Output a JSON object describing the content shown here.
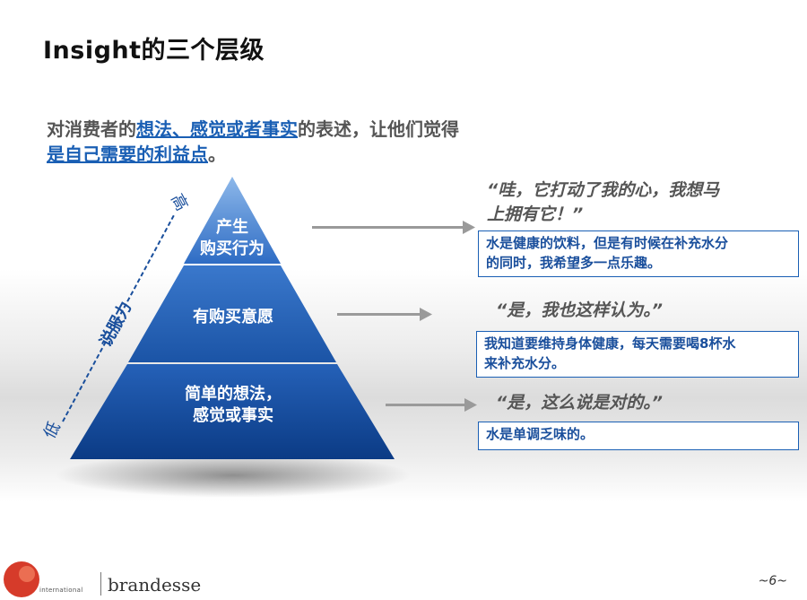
{
  "title": "Insight的三个层级",
  "description": {
    "part1": "对消费者的",
    "hl1": "想法、感觉或者事实",
    "part2": "的表述，让他们觉得",
    "hl2": "是自己需要的利益点",
    "part3": "。"
  },
  "pyramid": {
    "top_line1": "产生",
    "top_line2": "购买行为",
    "middle": "有购买意愿",
    "bottom_line1": "简单的想法，",
    "bottom_line2": "感觉或事实"
  },
  "axis": {
    "high": "高",
    "middle": "说服力",
    "low": "低"
  },
  "levels": [
    {
      "quote_line1": "“哇，它打动了我的心，我想马",
      "quote_line2": "上拥有它！”",
      "box_line1": "水是健康的饮料，但是有时候在补充水分",
      "box_line2": "的同时，我希望多一点乐趣。"
    },
    {
      "quote_line1": "“是，我也这样认为。”",
      "box_line1": "我知道要维持身体健康，每天需要喝8杯水",
      "box_line2": "来补充水分。"
    },
    {
      "quote_line1": "“是，这么说是对的。”",
      "box_line1": "水是单调乏味的。"
    }
  ],
  "footer": {
    "logo_small": "international",
    "brand": "brandesse",
    "page": "~6~"
  },
  "colors": {
    "accent": "#1a5fb4",
    "pyramid_dark": "#0d3f8a",
    "pyramid_light": "#5a8fd4"
  }
}
